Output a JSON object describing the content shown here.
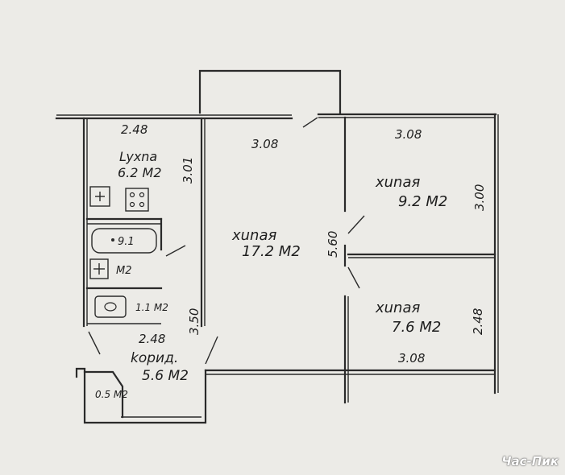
{
  "plan": {
    "rooms": [
      {
        "id": "kitchen",
        "name": "Lyxna",
        "area": "6.2 M2"
      },
      {
        "id": "room-large",
        "name": "xunaя",
        "area": "17.2 M2"
      },
      {
        "id": "room-top-right",
        "name": "xunaя",
        "area": "9.2 M2"
      },
      {
        "id": "room-bottom-right",
        "name": "xunaя",
        "area": "7.6 M2"
      },
      {
        "id": "corridor",
        "name": "kopид.",
        "area": "5.6 M2"
      },
      {
        "id": "bath",
        "area": "9.1"
      },
      {
        "id": "wc",
        "area": "M2"
      },
      {
        "id": "washroom",
        "area": "1.1 M2"
      },
      {
        "id": "closet",
        "area": "0.5 M2"
      }
    ],
    "dimensions": [
      {
        "id": "kitchen-width",
        "text": "2.48"
      },
      {
        "id": "kitchen-depth",
        "text": "3.01"
      },
      {
        "id": "large-room-width",
        "text": "3.08"
      },
      {
        "id": "large-room-depth",
        "text": "5.60"
      },
      {
        "id": "top-right-width",
        "text": "3.08"
      },
      {
        "id": "top-right-depth",
        "text": "3.00"
      },
      {
        "id": "bottom-right-depth",
        "text": "2.48"
      },
      {
        "id": "bottom-right-width",
        "text": "3.08"
      },
      {
        "id": "corridor-width",
        "text": "2.48"
      },
      {
        "id": "corridor-depth",
        "text": "3.50"
      }
    ]
  },
  "watermark": "Час-Пик",
  "colors": {
    "paper": "#ecebe7",
    "ink": "#2a2a2a"
  }
}
